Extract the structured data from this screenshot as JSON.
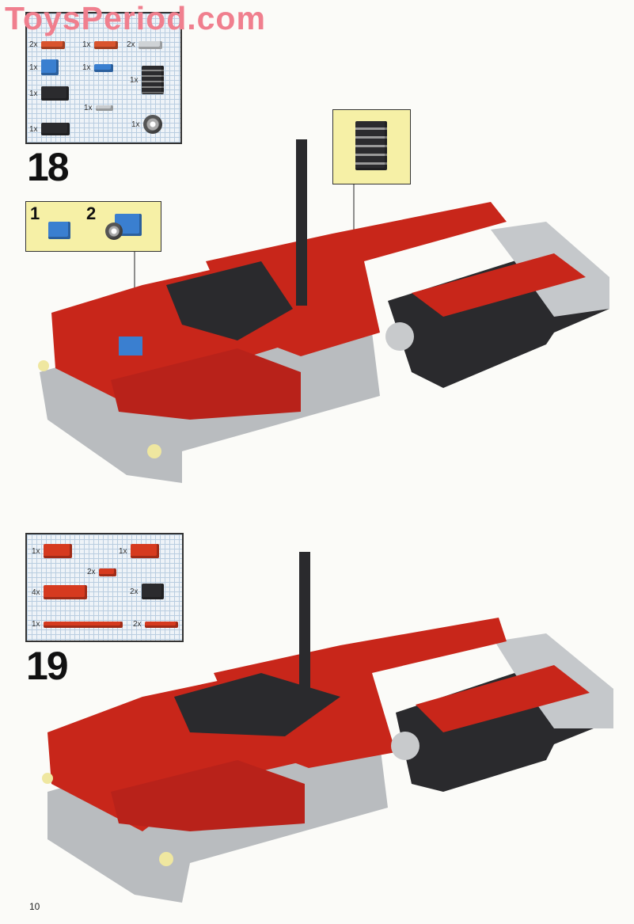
{
  "watermark": "ToysPeriod.com",
  "page_number": "10",
  "steps": [
    {
      "number": "18",
      "parts": [
        {
          "qty": "2x",
          "color": "#d9542e",
          "w": 30,
          "h": 10
        },
        {
          "qty": "1x",
          "color": "#d9542e",
          "w": 30,
          "h": 10
        },
        {
          "qty": "2x",
          "color": "#cfd3d6",
          "w": 30,
          "h": 10
        },
        {
          "qty": "1x",
          "color": "#3a7fd0",
          "w": 22,
          "h": 20
        },
        {
          "qty": "1x",
          "color": "#3a7fd0",
          "w": 24,
          "h": 10
        },
        {
          "qty": "1x",
          "color": "#2b2b2e",
          "w": 28,
          "h": 18
        },
        {
          "qty": "1x",
          "color": "#2b2b2e",
          "w": 35,
          "h": 18
        },
        {
          "qty": "1x",
          "color": "#c9cccf",
          "w": 22,
          "h": 7
        },
        {
          "qty": "1x",
          "color": "#2b2b2e",
          "w": 36,
          "h": 16
        },
        {
          "qty": "1x",
          "color": "#d0d3d6",
          "w": 22,
          "h": 22
        }
      ],
      "callouts": [
        {
          "labels": [
            "1",
            "2"
          ]
        }
      ]
    },
    {
      "number": "19",
      "parts": [
        {
          "qty": "1x",
          "color": "#d63a1f",
          "w": 36,
          "h": 18
        },
        {
          "qty": "1x",
          "color": "#d63a1f",
          "w": 36,
          "h": 18
        },
        {
          "qty": "2x",
          "color": "#d63a1f",
          "w": 22,
          "h": 10
        },
        {
          "qty": "4x",
          "color": "#d63a1f",
          "w": 55,
          "h": 18
        },
        {
          "qty": "2x",
          "color": "#2b2b2e",
          "w": 28,
          "h": 20
        },
        {
          "qty": "1x",
          "color": "#d63a1f",
          "w": 100,
          "h": 8
        },
        {
          "qty": "2x",
          "color": "#d63a1f",
          "w": 42,
          "h": 8
        }
      ]
    }
  ],
  "colors": {
    "red": "#c8261a",
    "grey": "#b9bcbf",
    "black": "#2a2a2d",
    "blue": "#3a7fd0",
    "callout": "#f6f0a6"
  }
}
